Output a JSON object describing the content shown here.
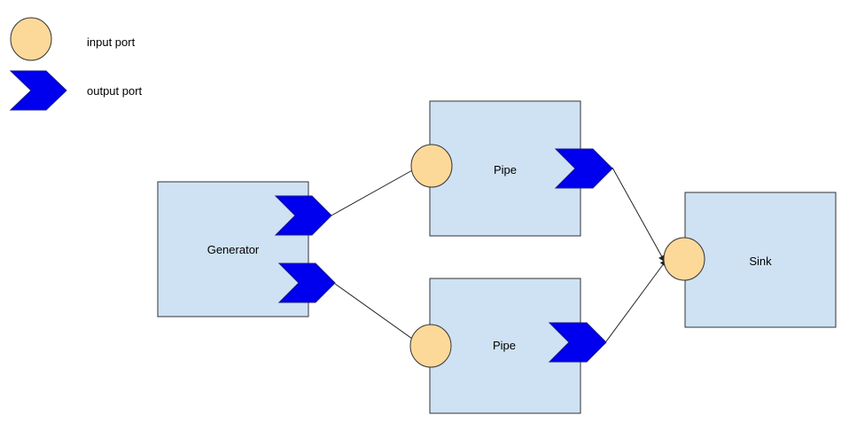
{
  "legend": {
    "input_label": "input port",
    "output_label": "output port"
  },
  "nodes": {
    "generator": {
      "label": "Generator"
    },
    "pipe_top": {
      "label": "Pipe"
    },
    "pipe_bottom": {
      "label": "Pipe"
    },
    "sink": {
      "label": "Sink"
    }
  },
  "colors": {
    "box_fill": "#cfe2f3",
    "box_stroke": "#333333",
    "input_port_fill": "#fdd999",
    "input_port_stroke": "#333333",
    "output_port_fill": "#0000ee",
    "output_port_stroke": "#1a1a8c",
    "connector": "#222222"
  }
}
